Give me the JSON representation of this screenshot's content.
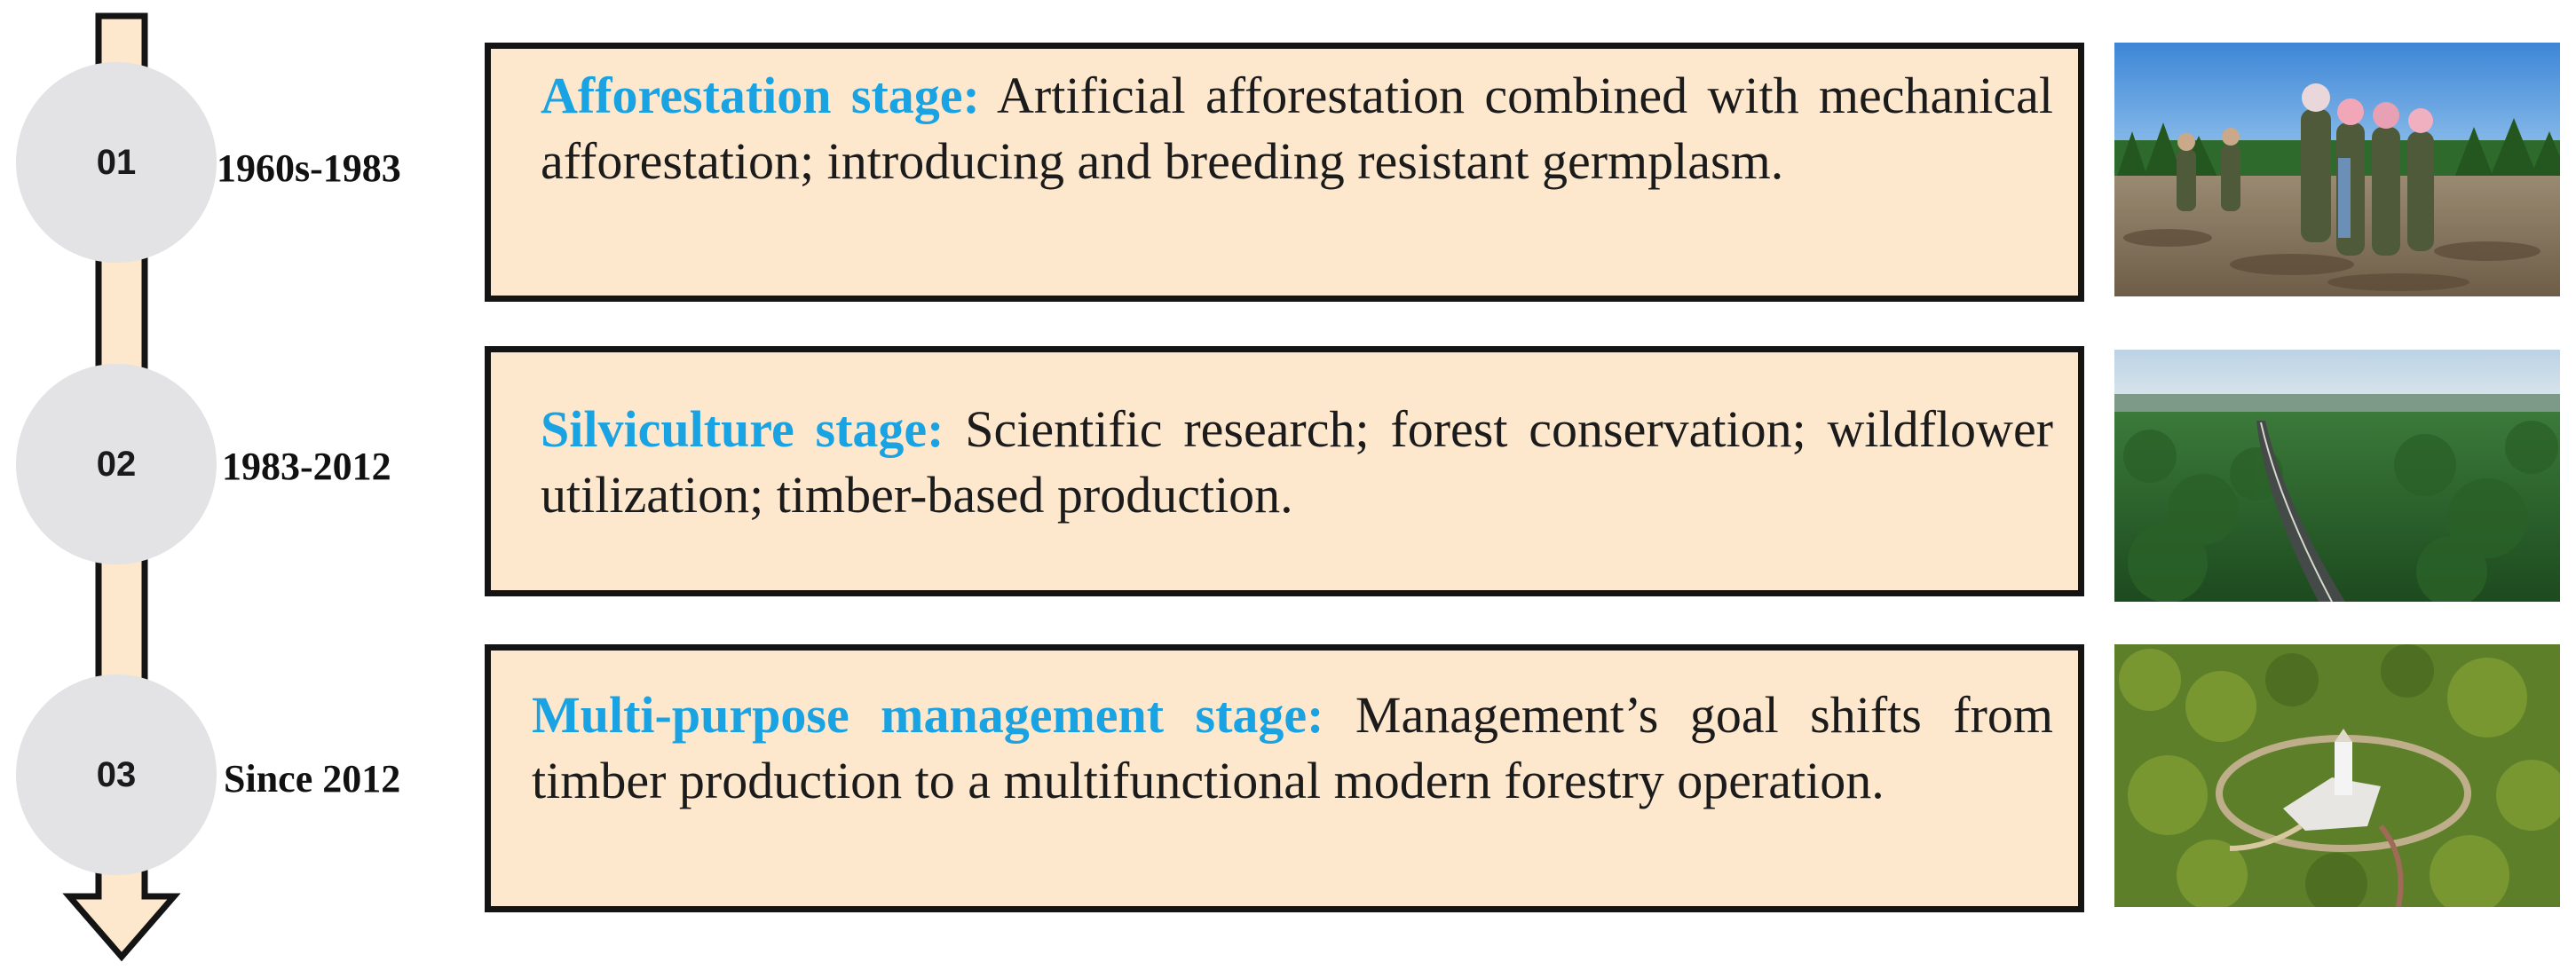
{
  "stages": [
    {
      "number": "01",
      "period": "1960s-1983",
      "title": "Afforestation stage:",
      "description": "Artificial afforestation combined with mechanical afforestation; introducing and breeding resistant germplasm.",
      "photo_subject": "people planting trees on cleared land"
    },
    {
      "number": "02",
      "period": "1983-2012",
      "title": "Silviculture stage:",
      "description": "Scientific research; forest conservation; wildflower utilization; timber-based production.",
      "photo_subject": "road through dense forest"
    },
    {
      "number": "03",
      "period": "Since 2012",
      "title": "Multi-purpose management stage:",
      "description": "Management’s goal shifts from timber production to a multifunctional modern forestry operation.",
      "photo_subject": "aerial view of forest with white tower"
    }
  ],
  "colors": {
    "title_blue": "#1aa3e2",
    "box_fill": "#fde7cd",
    "arrow_fill": "#fde7cd",
    "circle_fill": "#e3e2e4",
    "border": "#141414"
  }
}
